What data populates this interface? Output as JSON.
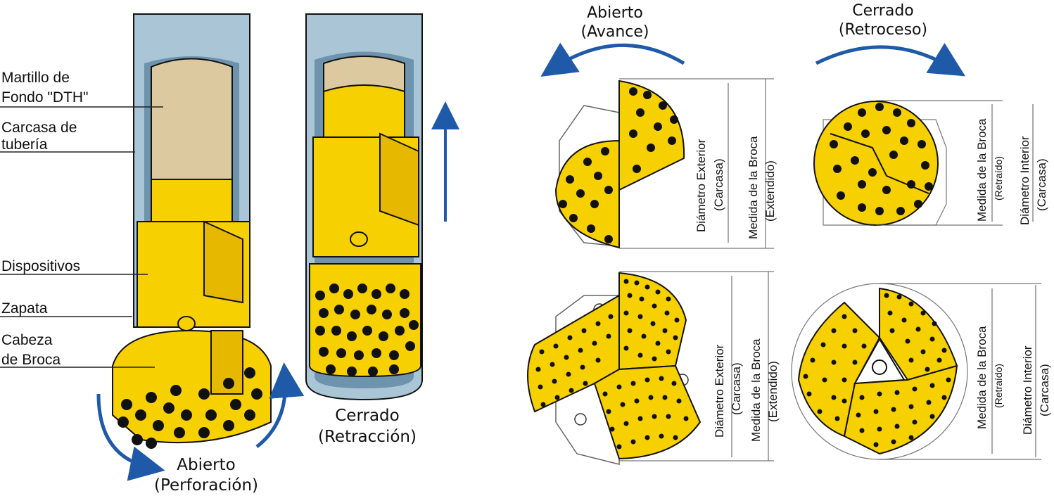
{
  "left_labels": {
    "hammer_line1": "Martillo de",
    "hammer_line2": "Fondo \"DTH\"",
    "casing_line1": "Carcasa de",
    "casing_line2": "tubería",
    "devices": "Dispositivos",
    "shoe": "Zapata",
    "head_line1": "Cabeza",
    "head_line2": "de Broca"
  },
  "captions": {
    "drill_open_line1": "Abierto",
    "drill_open_line2": "(Perforación)",
    "drill_closed_line1": "Cerrado",
    "drill_closed_line2": "(Retracción)",
    "top_open_line1": "Abierto",
    "top_open_line2": "(Avance)",
    "top_closed_line1": "Cerrado",
    "top_closed_line2": "(Retroceso)"
  },
  "dimensions": {
    "outer_diameter": "Diámetro Exterior",
    "casing": "(Carcasa)",
    "bit_size": "Medida de la Broca",
    "extended": "(Extendido)",
    "retracted": "(Retraído)",
    "inner_diameter": "Diámetro Interior"
  },
  "colors": {
    "yellow": "#f7d000",
    "steel": "#a9c5d6",
    "tan": "#dcc9a0",
    "arrow_blue": "#1f5aa8"
  }
}
